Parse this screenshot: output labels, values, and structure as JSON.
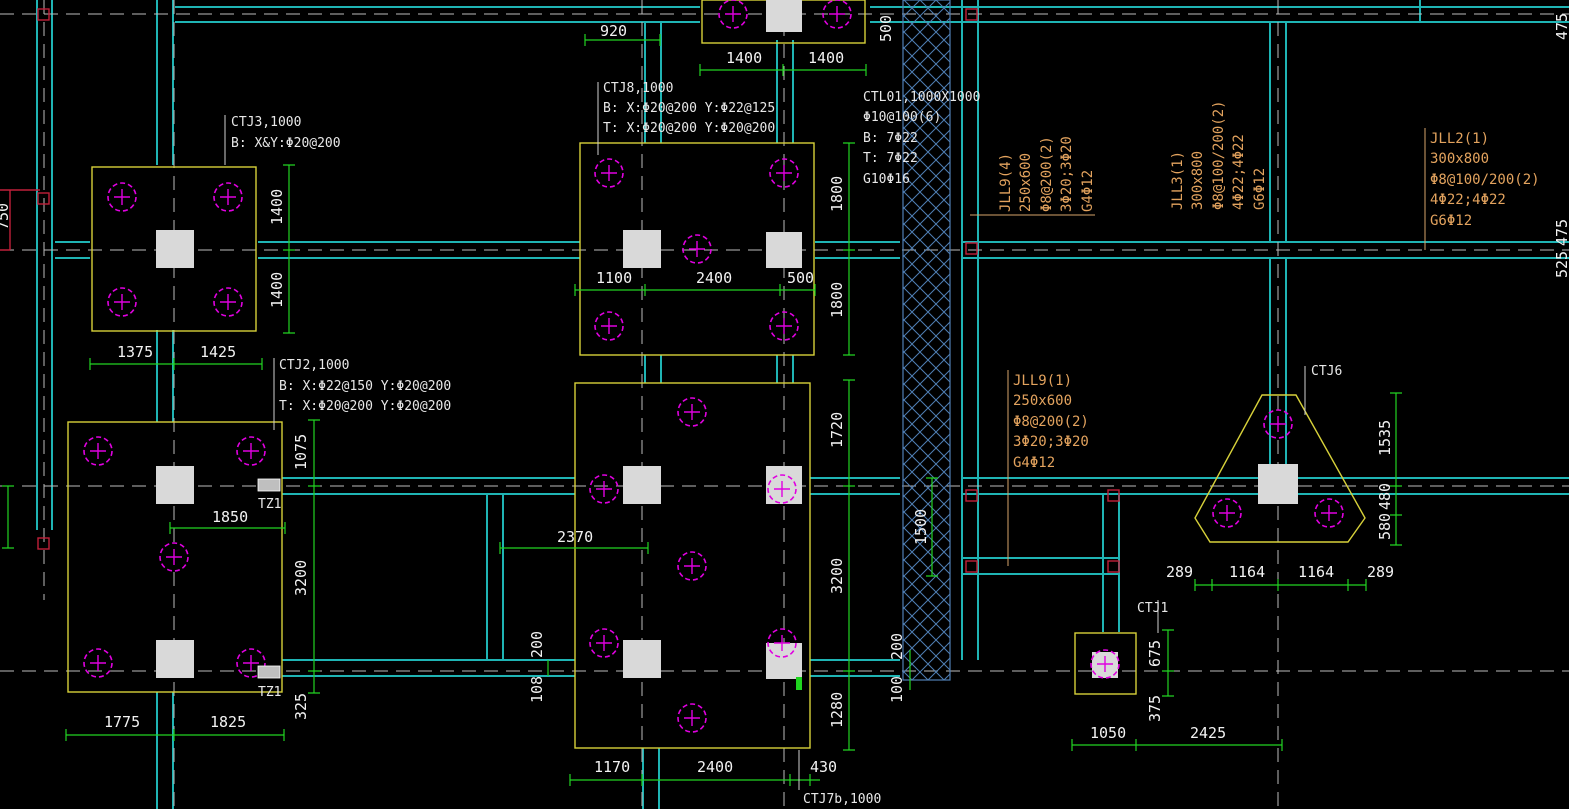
{
  "drawing": {
    "caps": {
      "ct3": {
        "label": "CTJ3,1000",
        "line1": "B: X&Y:Φ20@200"
      },
      "ct8": {
        "label": "CTJ8,1000",
        "line1": "B: X:Φ20@200    Y:Φ22@125",
        "line2": "T: X:Φ20@200    Y:Φ20@200"
      },
      "ct2": {
        "label": "CTJ2,1000",
        "line1": "B: X:Φ22@150    Y:Φ20@200",
        "line2": "T: X:Φ20@200    Y:Φ20@200"
      },
      "ct6": {
        "label": "CTJ6"
      },
      "ct1": {
        "label": "CTJ1"
      },
      "ct7": {
        "label": "CTJ7b,1000"
      }
    },
    "ctl": {
      "l1": "CTL01,1000X1000",
      "l2": "Φ10@100(6)",
      "l3": "B: 7Φ22",
      "l4": "T: 7Φ22",
      "l5": "G10Φ16"
    },
    "beams": {
      "jll9_4": [
        "JLL9(4)",
        "250x600",
        "Φ8@200(2)",
        "3Φ20;3Φ20",
        "G4Φ12"
      ],
      "jll3_1": [
        "JLL3(1)",
        "300x800",
        "Φ8@100/200(2)",
        "4Φ22;4Φ22",
        "G6Φ12"
      ],
      "jll2_1": [
        "JLL2(1)",
        "300x800",
        "Φ8@100/200(2)",
        "4Φ22;4Φ22",
        "G6Φ12"
      ],
      "jll9_1": [
        "JLL9(1)",
        "250x600",
        "Φ8@200(2)",
        "3Φ20;3Φ20",
        "G4Φ12"
      ]
    },
    "tz": {
      "a": "TZ1",
      "b": "TZ1"
    },
    "dims": {
      "d920": "920",
      "d1400a": "1400",
      "d1400b": "1400",
      "d500top": "500",
      "d1400v1": "1400",
      "d1400v2": "1400",
      "d1375": "1375",
      "d1425": "1425",
      "d1100": "1100",
      "d2400a": "2400",
      "d500": "500",
      "d1800a": "1800",
      "d1800b": "1800",
      "d1075": "1075",
      "d1850": "1850",
      "d3200a": "3200",
      "d325": "325",
      "d1775": "1775",
      "d1825": "1825",
      "d2370": "2370",
      "d1720": "1720",
      "d3200b": "3200",
      "d1280": "1280",
      "d200a": "200",
      "d108": "108",
      "d1170": "1170",
      "d2400b": "2400",
      "d430": "430",
      "d1500": "1500",
      "d200b": "200",
      "d100": "100",
      "d1535": "1535",
      "d480": "480",
      "d580": "580",
      "d289a": "289",
      "d1164a": "1164",
      "d1164b": "1164",
      "d289b": "289",
      "d675": "675",
      "d375": "375",
      "d1050": "1050",
      "d2425": "2425",
      "d525": "525",
      "d475": "475",
      "d750": "750",
      "d475top": "475"
    }
  }
}
